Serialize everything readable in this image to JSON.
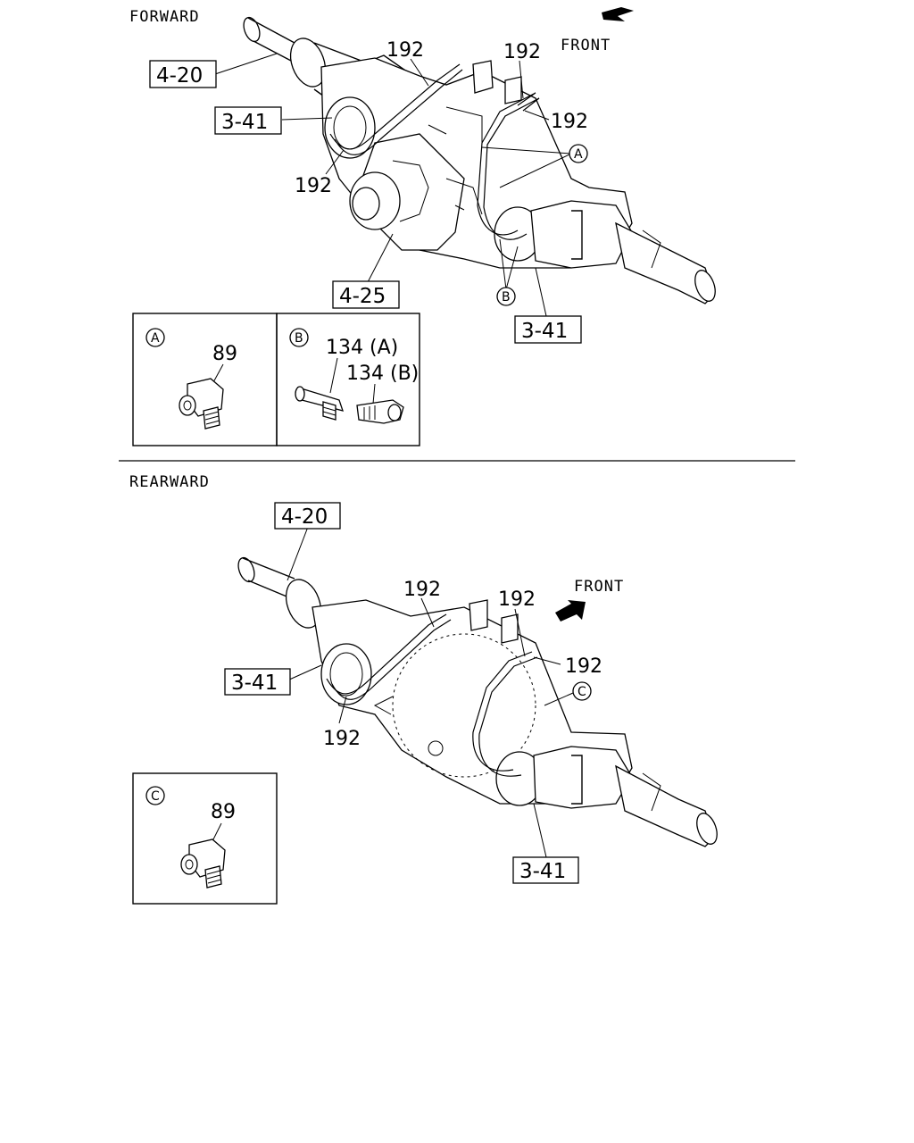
{
  "sections": {
    "forward": "FORWARD",
    "rearward": "REARWARD"
  },
  "front_label": "FRONT",
  "forward": {
    "refs": {
      "axle_shaft": "4-20",
      "brake_chamber_left": "3-41",
      "brake_chamber_right": "3-41",
      "differential": "4-25"
    },
    "parts": {
      "hose_top_left": "192",
      "hose_top_right": "192",
      "hose_right": "192",
      "hose_lower_left": "192"
    },
    "callouts": {
      "a": "A",
      "b": "B"
    }
  },
  "detail_a": {
    "marker": "A",
    "part": "89"
  },
  "detail_b": {
    "marker": "B",
    "part_a": "134 (A)",
    "part_b": "134 (B)"
  },
  "rearward": {
    "refs": {
      "axle_shaft": "4-20",
      "brake_chamber_left": "3-41",
      "brake_chamber_right": "3-41"
    },
    "parts": {
      "hose_top_left": "192",
      "hose_top_right": "192",
      "hose_right": "192",
      "hose_lower_left": "192"
    },
    "callouts": {
      "c": "C"
    }
  },
  "detail_c": {
    "marker": "C",
    "part": "89"
  }
}
